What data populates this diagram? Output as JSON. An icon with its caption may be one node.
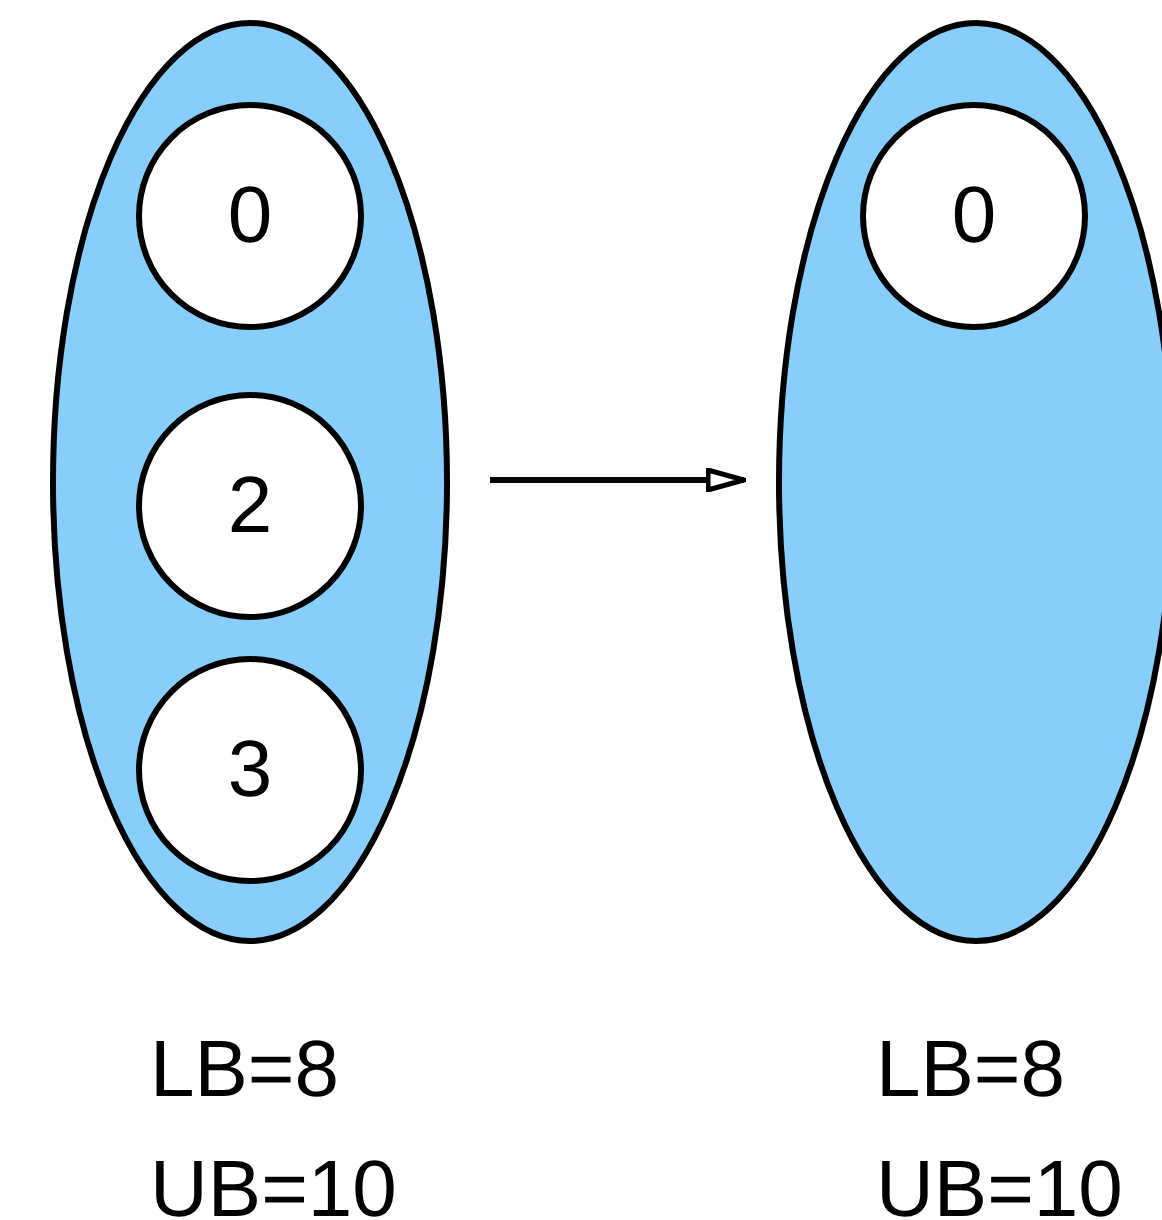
{
  "diagram": {
    "nodes": [
      {
        "text": [],
        "shape": "ellipse",
        "beside": [
          "LB=8",
          "UB=10"
        ]
      },
      {
        "text": [
          "0"
        ],
        "in": 0
      },
      {
        "text": [
          "2"
        ],
        "in": 0
      },
      {
        "text": [
          "3"
        ],
        "in": 0
      },
      {
        "text": [],
        "shape": "ellipse",
        "beside": [
          "LB=8",
          "UB=10"
        ]
      },
      {
        "text": [
          "0"
        ],
        "in": 4
      }
    ],
    "edges": [
      {
        "from": 0,
        "to": 4,
        "arrow": "to"
      }
    ]
  }
}
